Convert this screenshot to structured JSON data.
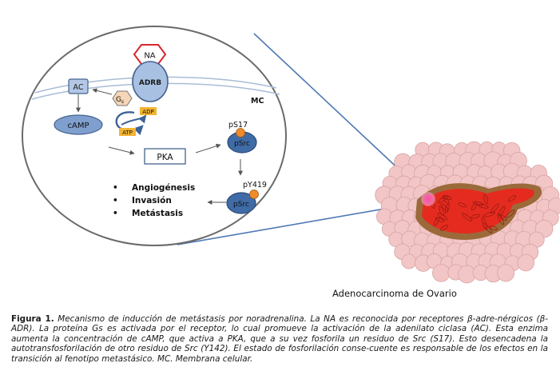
{
  "diagram": {
    "labels": {
      "na": "NA",
      "adrb": "ADRB",
      "ac": "AC",
      "gs_main": "G",
      "gs_sub": "s",
      "adp": "ADP",
      "atp": "ATP",
      "mc": "MC",
      "camp": "cAMP",
      "pka": "PKA",
      "ps17": "pS17",
      "psrc_top": "pSrc",
      "py419": "pY419",
      "psrc_bottom": "pSrc",
      "tumor_caption": "Adenocarcinoma de Ovario"
    },
    "effects": [
      "Angiogénesis",
      "Invasión",
      "Metástasis"
    ],
    "bullet": "•",
    "colors": {
      "node_fill": "#7f9fcf",
      "node_stroke": "#45638f",
      "na_stroke": "#d9262d",
      "gs_fill": "#f5d6b8",
      "label_tag": "#f2b431",
      "psite": "#ee8b2b",
      "tumor_pink": "#f2c6c6",
      "tumor_brown": "#9b6a3a",
      "tumor_red": "#e52b1f",
      "connector": "#4f79b5"
    }
  },
  "caption": {
    "label": "Figura 1.",
    "text": " Mecanismo de inducción de metástasis por noradrenalina. La NA es reconocida por receptores β-adre-nérgicos (β-ADR). La proteína Gs es activada por el receptor, lo cual promueve la activación de la adenilato ciclasa (AC). Esta enzima aumenta la concentración de cAMP, que activa a PKA, que a su vez fosforila un residuo de Src (S17). Esto desencadena la autotransfosforilación de otro residuo de Src (Y142). El estado de fosforilación conse-cuente es responsable de los efectos en la transición al fenotipo metastásico. MC. Membrana celular."
  }
}
